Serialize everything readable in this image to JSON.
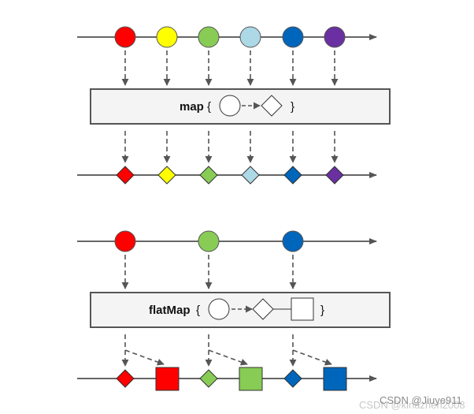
{
  "map_panel": {
    "operator": "map",
    "open_brace": "{",
    "close_brace": "}",
    "input_colors": [
      "#ff0000",
      "#ffff00",
      "#88cc55",
      "#add8e6",
      "#0066bb",
      "#6a2fa0"
    ],
    "input_shape": "circle-icon",
    "output_shape": "diamond-icon"
  },
  "flatmap_panel": {
    "operator": "flatMap",
    "open_brace": "{",
    "close_brace": "}",
    "input_colors": [
      "#ff0000",
      "#88cc55",
      "#0066bb"
    ],
    "input_shape": "circle-icon",
    "output_shapes": [
      "diamond-icon",
      "square-icon"
    ]
  },
  "watermark": {
    "primary": "CSDN @Jiuye911",
    "secondary": "CSDN @kinazhen2008"
  }
}
